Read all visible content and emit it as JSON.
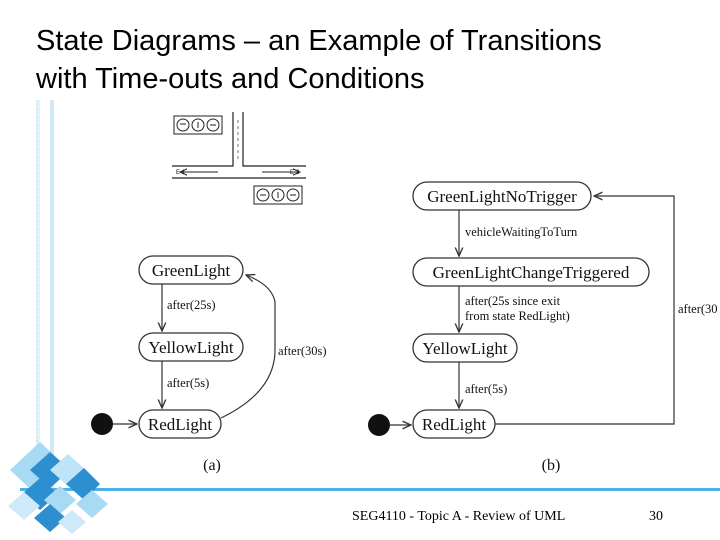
{
  "slide": {
    "title_line1": "State Diagrams – an Example of Transitions",
    "title_line2": "with Time-outs and Conditions",
    "footer": "SEG4110 - Topic A - Review of UML",
    "page_number": "30"
  },
  "diagram_a": {
    "caption": "(a)",
    "states": [
      "GreenLight",
      "YellowLight",
      "RedLight"
    ],
    "transitions": [
      "after(25s)",
      "after(5s)",
      "after(30s)"
    ]
  },
  "diagram_b": {
    "caption": "(b)",
    "states": [
      "GreenLightNoTrigger",
      "GreenLightChangeTriggered",
      "YellowLight",
      "RedLight"
    ],
    "transitions": [
      "vehicleWaitingToTurn",
      "after(25s since exit",
      "from state RedLight)",
      "after(5s)",
      "after(30"
    ]
  },
  "colors": {
    "accent_bar": "#4db3e6",
    "deco_blue": "#2e8fd0",
    "deco_light": "#a9daf4",
    "state_stroke": "#333333",
    "initial_dot": "#111111"
  },
  "icons": [
    "traffic-light-icon",
    "car-icon"
  ]
}
